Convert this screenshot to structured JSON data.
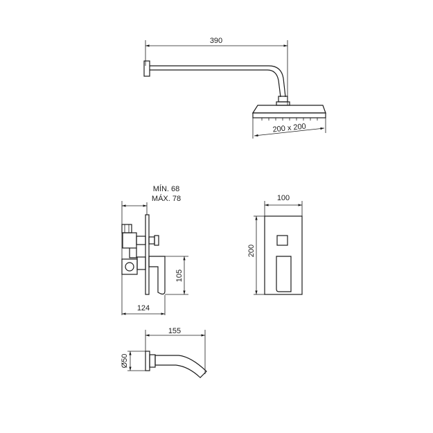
{
  "dimensions": {
    "shower_arm_length": "390",
    "shower_head_size": "200 x 200",
    "valve_depth_min": "MÍN. 68",
    "valve_depth_max": "MÁX. 78",
    "valve_depth_total": "124",
    "valve_height": "105",
    "plate_width": "100",
    "plate_height": "200",
    "spout_length": "155",
    "spout_diameter": "Ø50"
  },
  "colors": {
    "line": "#1a1a1a",
    "background": "#ffffff"
  }
}
